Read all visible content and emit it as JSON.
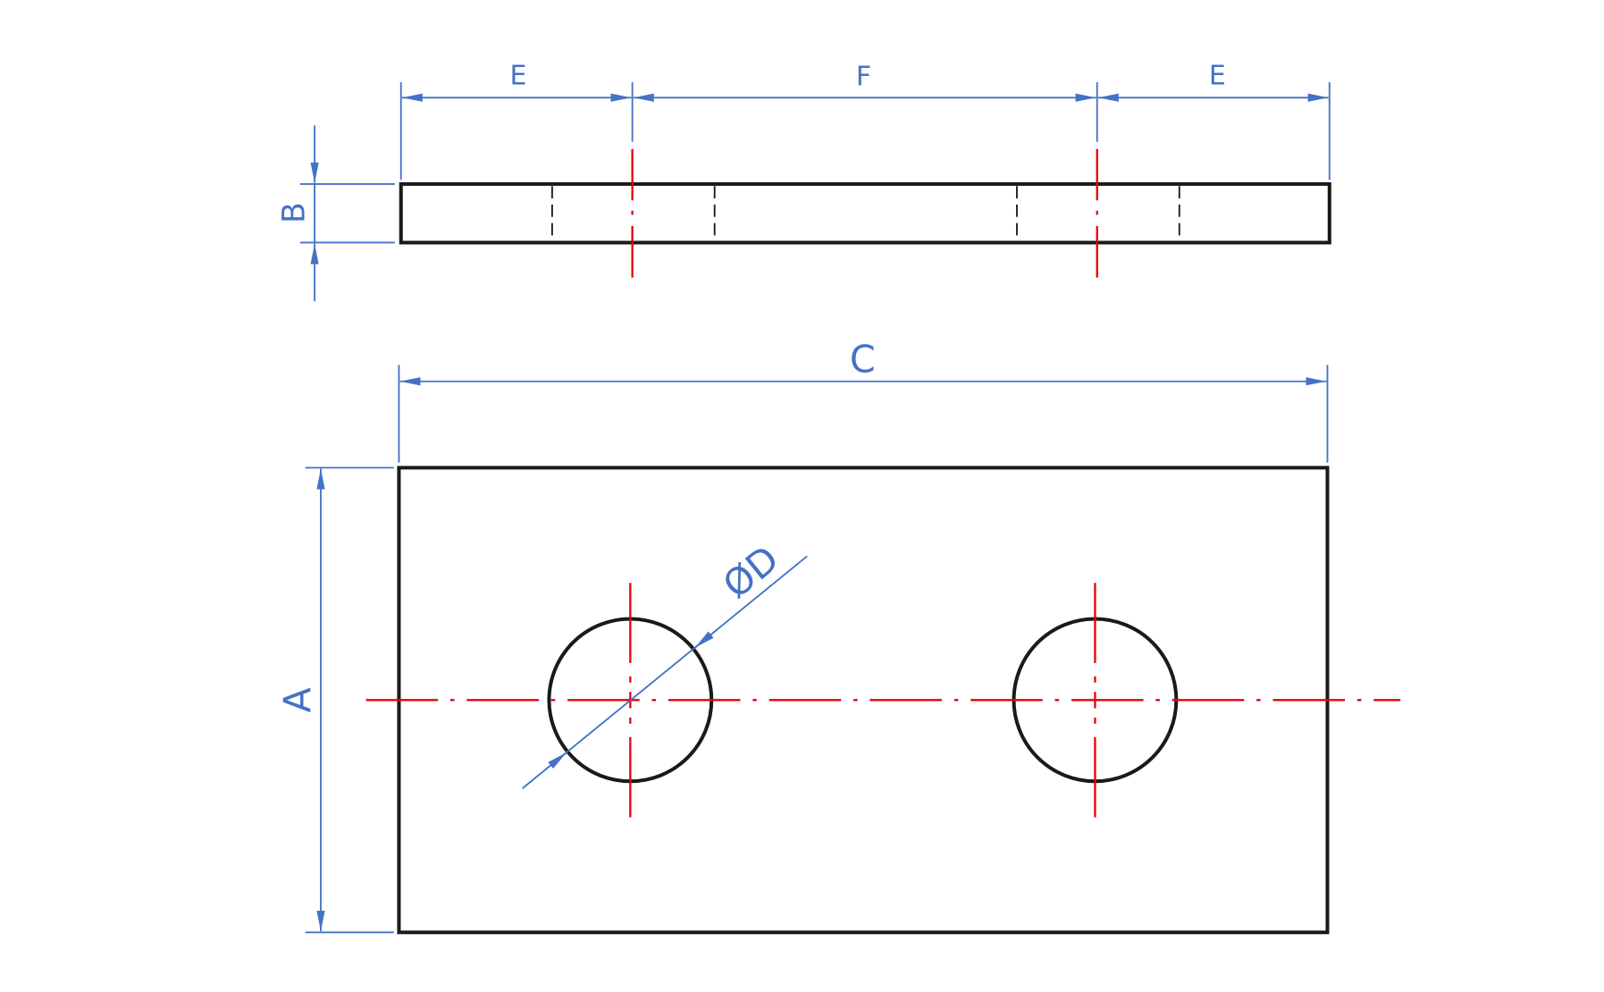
{
  "drawing": {
    "labels": {
      "E_left": "E",
      "F": "F",
      "E_right": "E",
      "B": "B",
      "C": "C",
      "A": "A",
      "D": "ØD"
    },
    "colors": {
      "dimension": "#4472c4",
      "outline": "#1a1a1a",
      "centerline": "#e8000b"
    }
  }
}
